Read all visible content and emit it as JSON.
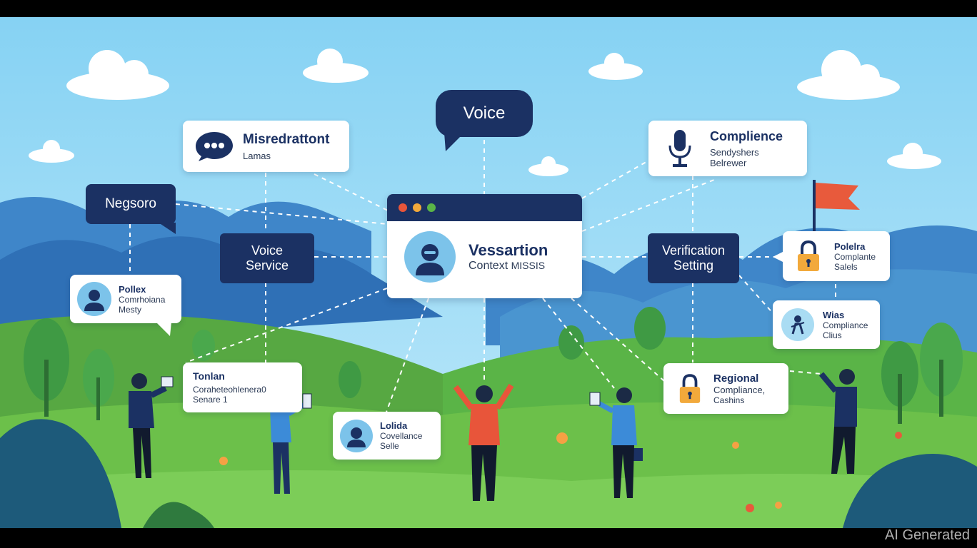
{
  "speech_bubbles": {
    "voice": "Voice",
    "negsoro": "Negsoro"
  },
  "cards": {
    "misredirect": {
      "title": "Misredrattont",
      "sub": "Lamas"
    },
    "compliance_top": {
      "title": "Complience",
      "line1": "Sendyshers",
      "line2": "Belrewer"
    },
    "center": {
      "title": "Vessartion",
      "line1": "Context",
      "line2": "MISSIS"
    },
    "voice_service": {
      "line1": "Voice",
      "line2": "Service"
    },
    "verification": {
      "line1": "Verification",
      "line2": "Setting"
    },
    "pollex": {
      "title": "Pollex",
      "line1": "Comrhoiana",
      "line2": "Mesty"
    },
    "polelra": {
      "title": "Polelra",
      "line1": "Complante",
      "line2": "Salels"
    },
    "wias": {
      "title": "Wias",
      "line1": "Compliance",
      "line2": "Clius"
    },
    "tonlan": {
      "title": "Tonlan",
      "line1": "Coraheteohlenera0",
      "line2": "Senare 1"
    },
    "lolida": {
      "title": "Lolida",
      "line1": "Covellance",
      "line2": "Selle"
    },
    "regional": {
      "title": "Regional",
      "line1": "Compliance,",
      "line2": "Cashins"
    }
  },
  "watermark": "AI Generated",
  "colors": {
    "sky": "#8fd8f5",
    "navy": "#1b3163",
    "grass": "#6cc04a",
    "flag": "#e85a3c",
    "lock": "#f2a93b"
  }
}
